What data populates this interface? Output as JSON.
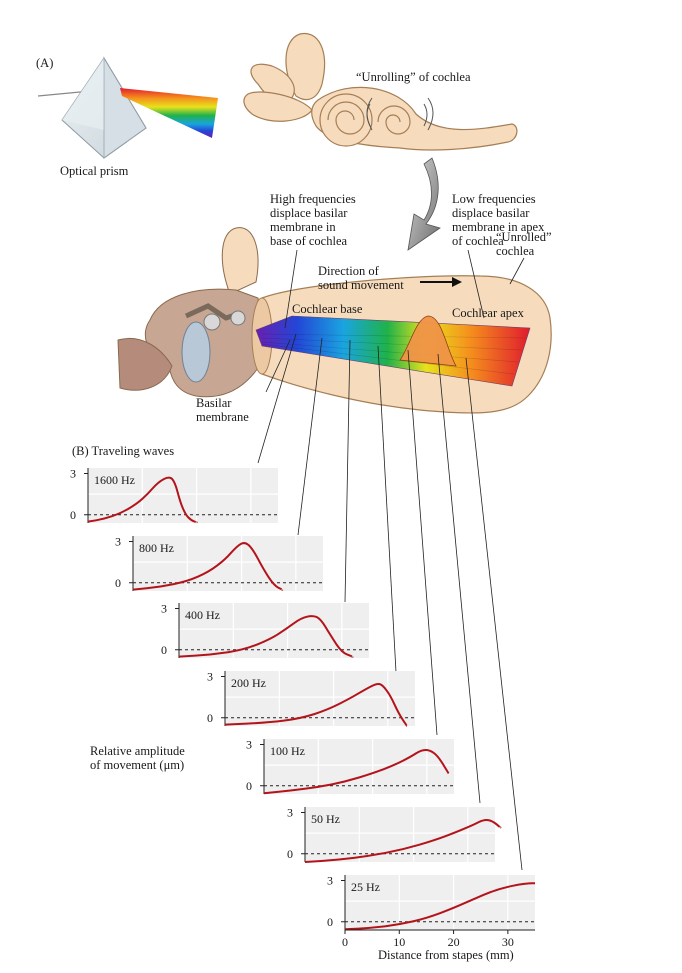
{
  "panel_a": {
    "label": "(A)",
    "prism_caption": "Optical prism",
    "unroll_caption": "“Unrolling” of cochlea",
    "high_freq_note": "High frequencies\ndisplace basilar\nmembrane in\nbase of cochlea",
    "low_freq_note": "Low frequencies\ndisplace basilar\nmembrane in apex\nof cochlea",
    "unrolled_label": "“Unrolled”\ncochlea",
    "direction_label": "Direction of\nsound movement",
    "base_label": "Cochlear base",
    "apex_label": "Cochlear apex",
    "basilar_label": "Basilar\nmembrane"
  },
  "panel_b": {
    "label": "(B)  Traveling waves",
    "ylabel": "Relative amplitude\nof movement (μm)",
    "xlabel": "Distance from stapes (mm)"
  },
  "colors": {
    "tissue": "#f6dcbd",
    "tissue_edge": "#a67e55",
    "curve": "#b3141b",
    "plot_bg": "#efefef"
  },
  "chart_data": [
    {
      "type": "line",
      "title": "1600 Hz",
      "yticks": [
        "3",
        "0"
      ],
      "ylim": [
        -0.6,
        3.4
      ],
      "xlim": [
        0,
        35
      ],
      "x": [
        0,
        3,
        6,
        9,
        11,
        13,
        15,
        16,
        17,
        18,
        19,
        20
      ],
      "values": [
        -0.5,
        -0.3,
        0.1,
        0.8,
        1.5,
        2.4,
        2.8,
        2.4,
        0.9,
        0.0,
        -0.4,
        -0.55
      ]
    },
    {
      "type": "line",
      "title": "800 Hz",
      "yticks": [
        "3",
        "0"
      ],
      "ylim": [
        -0.6,
        3.4
      ],
      "xlim": [
        0,
        35
      ],
      "x": [
        0,
        5,
        10,
        14,
        17,
        19,
        20.5,
        22,
        24,
        26,
        27.5
      ],
      "values": [
        -0.5,
        -0.3,
        0.1,
        0.8,
        1.7,
        2.6,
        3.0,
        2.5,
        1.0,
        -0.2,
        -0.5
      ]
    },
    {
      "type": "line",
      "title": "400 Hz",
      "yticks": [
        "3",
        "0"
      ],
      "ylim": [
        -0.6,
        3.4
      ],
      "xlim": [
        0,
        35
      ],
      "x": [
        0,
        6,
        12,
        17,
        20,
        22.5,
        24.5,
        26,
        28,
        30,
        32
      ],
      "values": [
        -0.5,
        -0.35,
        0.0,
        0.8,
        1.6,
        2.3,
        2.5,
        2.3,
        1.0,
        -0.2,
        -0.5
      ]
    },
    {
      "type": "line",
      "title": "200 Hz",
      "yticks": [
        "3",
        "0"
      ],
      "ylim": [
        -0.6,
        3.4
      ],
      "xlim": [
        0,
        35
      ],
      "x": [
        0,
        8,
        14,
        19,
        23,
        26,
        28,
        29,
        30.5,
        32,
        33.5
      ],
      "values": [
        -0.5,
        -0.35,
        -0.05,
        0.6,
        1.4,
        2.1,
        2.5,
        2.4,
        1.6,
        0.3,
        -0.6
      ]
    },
    {
      "type": "line",
      "title": "100 Hz",
      "yticks": [
        "3",
        "0"
      ],
      "ylim": [
        -0.6,
        3.4
      ],
      "xlim": [
        0,
        35
      ],
      "x": [
        0,
        5,
        10,
        15,
        20,
        24,
        27,
        29,
        30.5,
        32,
        34
      ],
      "values": [
        -0.55,
        -0.35,
        -0.1,
        0.3,
        0.9,
        1.5,
        2.1,
        2.6,
        2.6,
        2.2,
        0.9
      ]
    },
    {
      "type": "line",
      "title": "50 Hz",
      "yticks": [
        "3",
        "0"
      ],
      "ylim": [
        -0.6,
        3.4
      ],
      "xlim": [
        0,
        35
      ],
      "x": [
        0,
        6,
        12,
        18,
        24,
        28,
        31,
        33,
        34.5,
        36
      ],
      "values": [
        -0.6,
        -0.45,
        -0.15,
        0.3,
        1.0,
        1.6,
        2.1,
        2.5,
        2.4,
        1.9
      ]
    },
    {
      "type": "line",
      "title": "25 Hz",
      "yticks": [
        "3",
        "0"
      ],
      "ylim": [
        -0.6,
        3.4
      ],
      "xlim": [
        0,
        35
      ],
      "x": [
        0,
        5,
        10,
        15,
        20,
        24,
        27,
        30,
        32,
        34,
        35
      ],
      "values": [
        -0.55,
        -0.45,
        -0.2,
        0.25,
        1.0,
        1.7,
        2.2,
        2.55,
        2.7,
        2.8,
        2.8
      ],
      "xticks": [
        0,
        10,
        20,
        30
      ]
    }
  ]
}
